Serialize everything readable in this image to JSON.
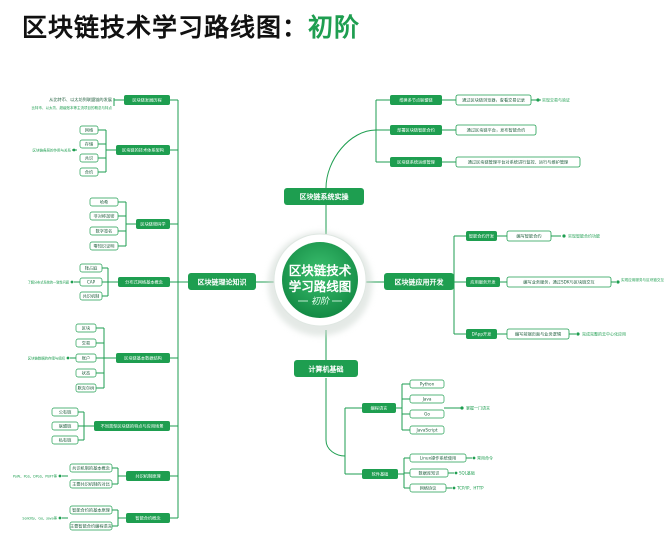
{
  "title": {
    "main": "区块链技术学习路线图：",
    "stage": "初阶"
  },
  "center": {
    "line1": "区块链技术",
    "line2": "学习路线图",
    "stage": "初阶"
  },
  "branches": {
    "top": {
      "label": "区块链系统实操",
      "subs": [
        {
          "label": "搭建多节点联盟链",
          "box": "通过区块链浏览器，查看交易记录",
          "leaf": "实现交易与验证"
        },
        {
          "label": "部署区块链智能合约",
          "box": "通过区块链平台，发布智能合约"
        },
        {
          "label": "区块链系统运维管理",
          "box": "通过区块链管理平台对系统进行监控、运行与维护管理"
        }
      ]
    },
    "right": {
      "label": "区块链应用开发",
      "subs": [
        {
          "label": "智能合约开发",
          "box": "编写智能合约",
          "leaf": "实现智能合约功能"
        },
        {
          "label": "应用服务开发",
          "box": "编写业务服务，通过SDK与区块链交互",
          "leaf": "实现应用服务与区块链交互"
        },
        {
          "label": "DApp开发",
          "box": "编写前端页面与业务逻辑",
          "leaf": "完成完整的去中心化应用"
        }
      ]
    },
    "bottom": {
      "label": "计算机基础",
      "subs": [
        {
          "label": "编程语言",
          "items": [
            "Python",
            "Java",
            "Go",
            "JavaScript"
          ],
          "leaf": "掌握一门语言"
        },
        {
          "label": "软件基础",
          "items": [
            "Linux操作系统使用",
            "数据库知识",
            "网络协议"
          ],
          "leaves": [
            "常用命令",
            "SQL基础",
            "TCP/IP、HTTP"
          ]
        }
      ]
    },
    "left": {
      "label": "区块链理论知识",
      "subs": [
        {
          "label": "区块链发展历程",
          "items": [
            "从比特币、以太坊到联盟链的发展",
            "比特币、以太坊、超级账本等主流项目的概念与特点"
          ]
        },
        {
          "label": "区块链的技术体系架构",
          "items": [
            "网络",
            "存储",
            "共识",
            "合约"
          ],
          "leaf": "区块链各层的作用与关系"
        },
        {
          "label": "区块链密码学",
          "items": [
            "哈希",
            "非对称加密",
            "数字签名",
            "零知识证明"
          ]
        },
        {
          "label": "分布式网络基本概念",
          "items": [
            "拜占庭",
            "CAP",
            "共识机制"
          ],
          "leaf": "了解分布式系统的一致性问题"
        },
        {
          "label": "区块链基本数据结构",
          "items": [
            "区块",
            "交易",
            "账户",
            "状态",
            "默克尔树"
          ],
          "leaf": "区块链数据的存储与组织"
        },
        {
          "label": "不同类型区块链的特点与应用场景",
          "items": [
            "公有链",
            "联盟链",
            "私有链"
          ]
        },
        {
          "label": "共识机制原理",
          "items": [
            "共识机制的基本概念",
            "主要共识机制的对比"
          ],
          "leaf": "PoW、PoS、DPoS、PBFT等"
        },
        {
          "label": "智能合约概念",
          "items": [
            "智能合约的基本原理",
            "主要智能合约编程语言"
          ],
          "leaf": "Solidity、Go、Java等"
        }
      ]
    }
  }
}
